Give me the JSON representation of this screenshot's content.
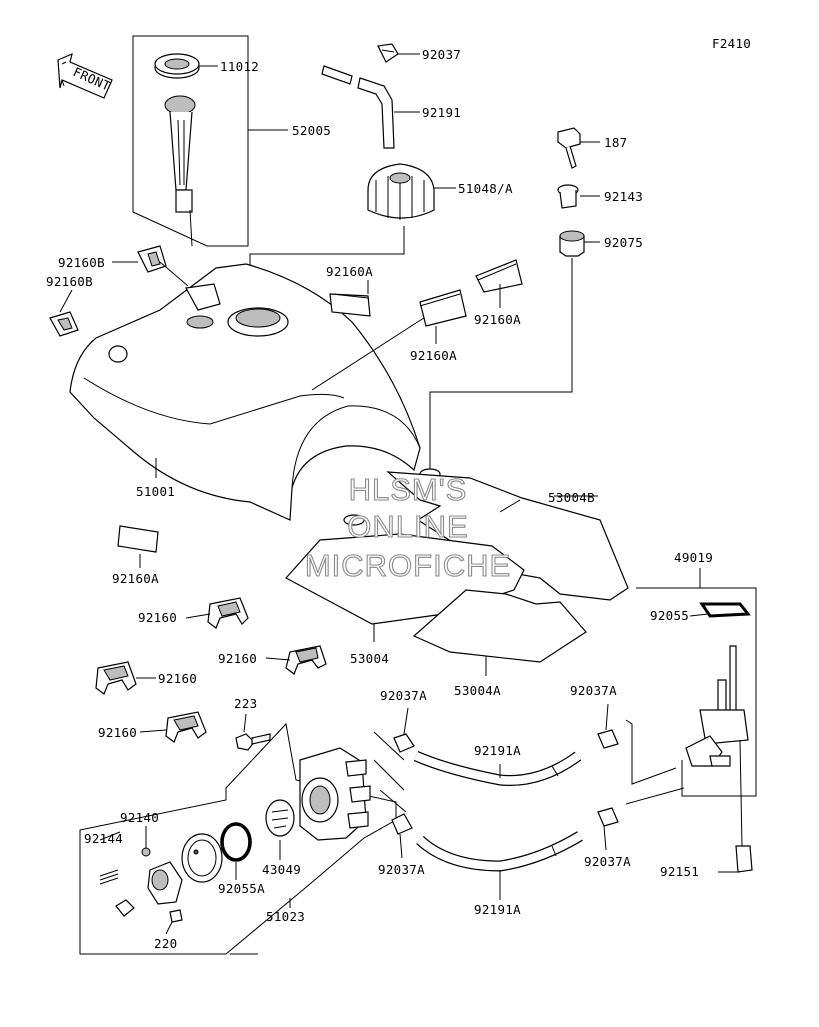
{
  "figure_code": "F2410",
  "front_label": "FRONT",
  "watermark": [
    "HLSM'S",
    "ONLINE",
    "MICROFICHE"
  ],
  "callouts": {
    "p11012": "11012",
    "p52005": "52005",
    "p92037": "92037",
    "p92191": "92191",
    "p187": "187",
    "p51048A": "51048/A",
    "p92143": "92143",
    "p92075": "92075",
    "p92160B_1": "92160B",
    "p92160B_2": "92160B",
    "p92160A_1": "92160A",
    "p92160A_2": "92160A",
    "p92160A_3": "92160A",
    "p92160A_4": "92160A",
    "p51001": "51001",
    "p53004B": "53004B",
    "p49019": "49019",
    "p92055": "92055",
    "p92160_1": "92160",
    "p92160_2": "92160",
    "p92160_3": "92160",
    "p92160_4": "92160",
    "p53004": "53004",
    "p53004A": "53004A",
    "p223": "223",
    "p92037A_1": "92037A",
    "p92037A_2": "92037A",
    "p92037A_3": "92037A",
    "p92037A_4": "92037A",
    "p92191A_1": "92191A",
    "p92191A_2": "92191A",
    "p92140": "92140",
    "p92144": "92144",
    "p43049": "43049",
    "p92055A": "92055A",
    "p51023": "51023",
    "p220": "220",
    "p92151": "92151"
  }
}
